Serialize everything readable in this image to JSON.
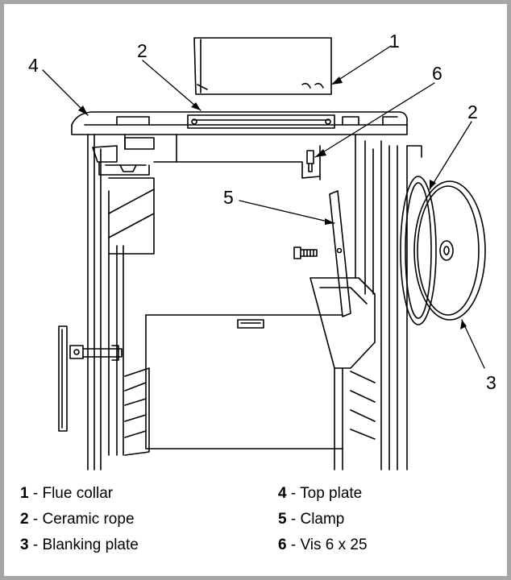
{
  "callouts": {
    "c1": "1",
    "c2a": "2",
    "c2b": "2",
    "c3": "3",
    "c4": "4",
    "c5": "5",
    "c6": "6"
  },
  "legend": [
    {
      "num": "1",
      "text": "Flue collar"
    },
    {
      "num": "2",
      "text": "Ceramic rope"
    },
    {
      "num": "3",
      "text": "Blanking plate"
    },
    {
      "num": "4",
      "text": "Top plate"
    },
    {
      "num": "5",
      "text": "Clamp"
    },
    {
      "num": "6",
      "text": "Vis 6 x 25"
    }
  ],
  "separator": " - "
}
